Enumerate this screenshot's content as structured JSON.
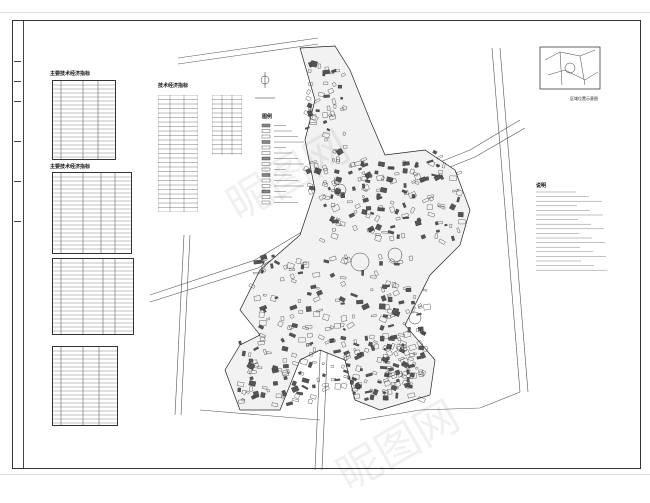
{
  "drawing": {
    "table_titles": [
      "主要技术经济指标",
      "主要技术经济指标"
    ],
    "building_table_title": "技术经济指标",
    "legend_title": "图例",
    "notes_title": "说明",
    "location_plan_title": "区域位置示意图",
    "watermark": "昵图网"
  }
}
